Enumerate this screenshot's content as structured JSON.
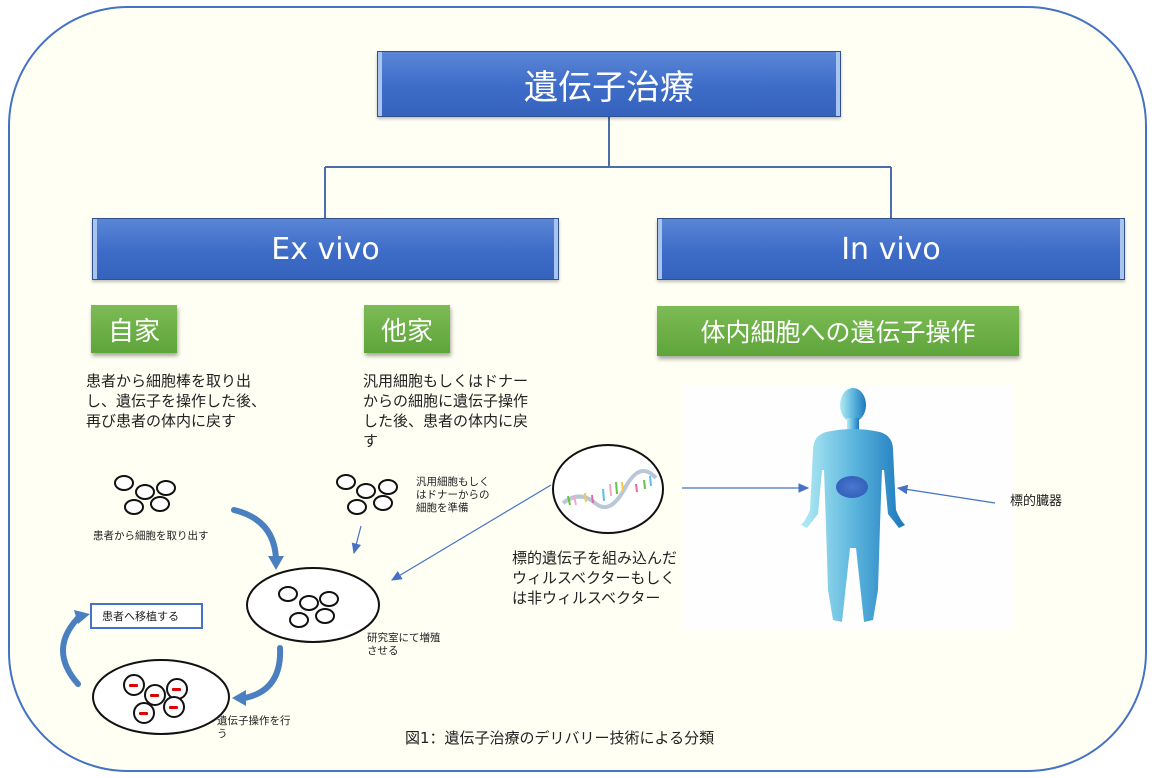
{
  "diagram": {
    "title": "遺伝子治療",
    "branches": {
      "ex_vivo": {
        "label": "Ex vivo",
        "autologous": {
          "label": "自家",
          "description": "患者から細胞棒を取り出\nし、遺伝子を操作した後、\n再び患者の体内に戻す"
        },
        "allogeneic": {
          "label": "他家",
          "description": "汎用細胞もしくはドナー\nからの細胞に遺伝子操作\nした後、患者の体内に戻\nす"
        }
      },
      "in_vivo": {
        "label": "In vivo",
        "method": {
          "label": "体内細胞への遺伝子操作"
        }
      }
    },
    "process_steps": {
      "extract_cells": "患者から細胞を取り出す",
      "prepare_donor_cells": "汎用細胞もしく\nはドナーからの\n細胞を準備",
      "culture_in_lab": "研究室にて増殖\nさせる",
      "gene_edit": "遺伝子操作を行\nう",
      "transplant": "患者へ移植する"
    },
    "vector_label": "標的遺伝子を組み込んだ\nウィルスベクターもしく\nは非ウィルスベクター",
    "target_organ_label": "標的臓器",
    "caption": "図1：遺伝子治療のデリバリー技術による分類",
    "colors": {
      "frame_border": "#4472c4",
      "background": "#fffff4",
      "header_blue": "#4472c4",
      "category_green": "#70ad47",
      "arrow_blue": "#4472c4",
      "edited_gene_red": "#e00000",
      "body_blue": "#4aa3d6"
    }
  }
}
